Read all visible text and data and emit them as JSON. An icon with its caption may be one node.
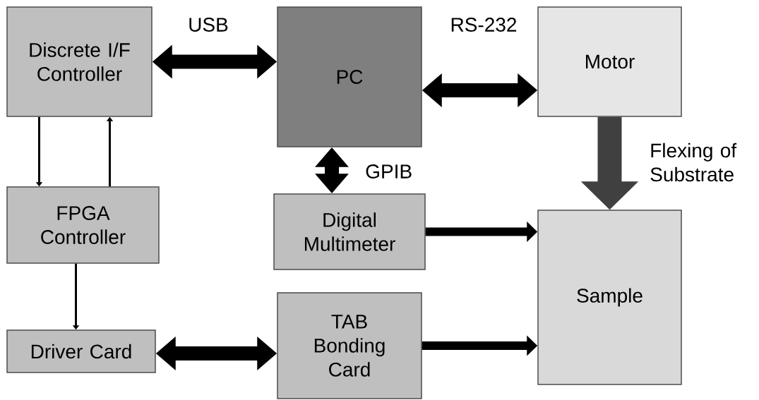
{
  "diagram": {
    "nodes": [
      {
        "text": [
          "Discrete I/F Controller"
        ]
      },
      {
        "text": [
          "PC"
        ]
      },
      {
        "text": [
          "Motor"
        ]
      },
      {
        "text": [
          "FPGA Controller"
        ]
      },
      {
        "text": [
          "Digital Multimeter"
        ]
      },
      {
        "text": [
          "Sample"
        ]
      },
      {
        "text": [
          "Driver Card"
        ]
      },
      {
        "text": [
          "TAB Bonding Card"
        ]
      }
    ],
    "edges": [
      {
        "from": 0,
        "to": 1,
        "arrow": "both",
        "label": "USB"
      },
      {
        "from": 1,
        "to": 2,
        "arrow": "both",
        "label": "RS-232"
      },
      {
        "from": 1,
        "to": 4,
        "arrow": "both",
        "label": "GPIB"
      },
      {
        "from": 2,
        "to": 5,
        "arrow": "to",
        "label": "Flexing of Substrate",
        "style": "thick",
        "color": "#404040"
      },
      {
        "from": 0,
        "to": 3,
        "arrow": "to"
      },
      {
        "from": 3,
        "to": 0,
        "arrow": "to"
      },
      {
        "from": 3,
        "to": 6,
        "arrow": "to"
      },
      {
        "from": 4,
        "to": 5,
        "arrow": "to"
      },
      {
        "from": 6,
        "to": 7,
        "arrow": "both"
      },
      {
        "from": 7,
        "to": 5,
        "arrow": "to"
      }
    ]
  }
}
